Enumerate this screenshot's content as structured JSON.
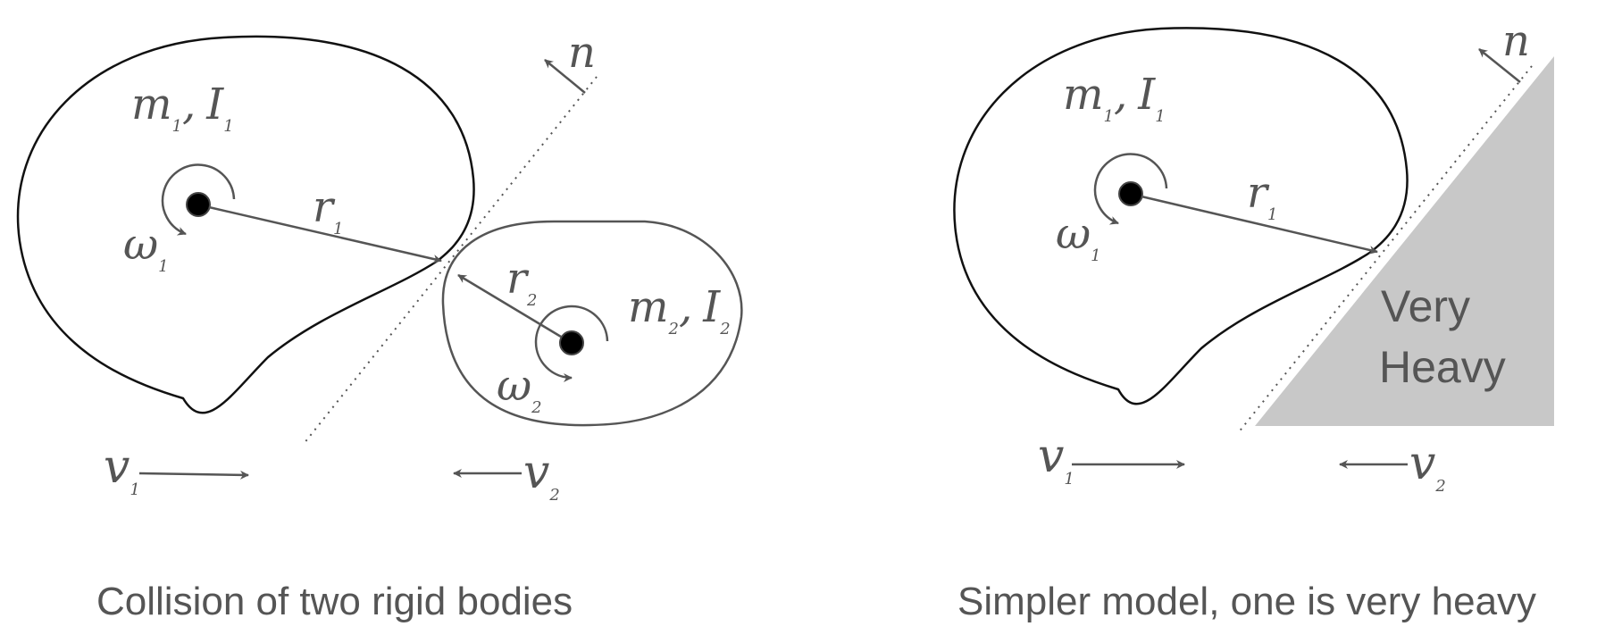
{
  "colors": {
    "ink": "#555555",
    "outline": "#111111",
    "heavy_fill": "#c8c8c8",
    "background": "#ffffff"
  },
  "left_panel": {
    "caption": "Collision of two rigid bodies",
    "body1": {
      "mass": "m",
      "mass_sub": "1",
      "sep": ",",
      "inertia": "I",
      "inertia_sub": "1",
      "omega": "ω",
      "omega_sub": "1",
      "r": "r",
      "r_sub": "1",
      "v": "v",
      "v_sub": "1"
    },
    "body2": {
      "mass": "m",
      "mass_sub": "2",
      "sep": ",",
      "inertia": "I",
      "inertia_sub": "2",
      "omega": "ω",
      "omega_sub": "2",
      "r": "r",
      "r_sub": "2",
      "v": "v",
      "v_sub": "2"
    },
    "normal": "n"
  },
  "right_panel": {
    "caption": "Simpler model, one is very heavy",
    "body1": {
      "mass": "m",
      "mass_sub": "1",
      "sep": ",",
      "inertia": "I",
      "inertia_sub": "1",
      "omega": "ω",
      "omega_sub": "1",
      "r": "r",
      "r_sub": "1",
      "v": "v",
      "v_sub": "1"
    },
    "body2": {
      "v": "v",
      "v_sub": "2"
    },
    "normal": "n",
    "heavy_line1": "Very",
    "heavy_line2": "Heavy"
  }
}
